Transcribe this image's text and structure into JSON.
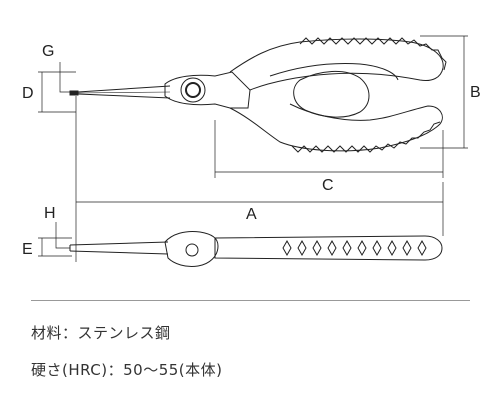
{
  "dimensions": {
    "A": "A",
    "B": "B",
    "C": "C",
    "D": "D",
    "E": "E",
    "G": "G",
    "H": "H"
  },
  "specs": {
    "material": "材料：ステンレス鋼",
    "hardness": "硬さ(HRC)：50〜55(本体)"
  },
  "colors": {
    "line": "#222222",
    "grip": "#333333"
  }
}
